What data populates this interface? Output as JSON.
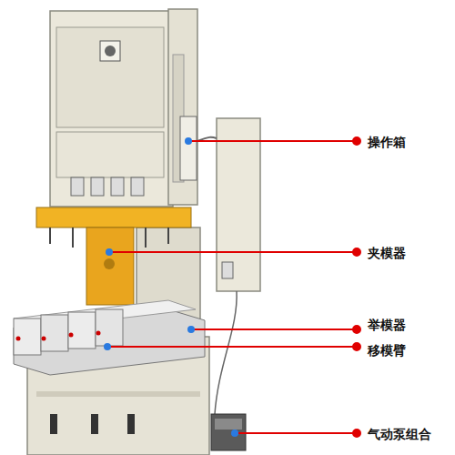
{
  "diagram": {
    "labels": [
      "操作箱",
      "夹模器",
      "举模器",
      "移模臂",
      "气动泵组合"
    ]
  }
}
